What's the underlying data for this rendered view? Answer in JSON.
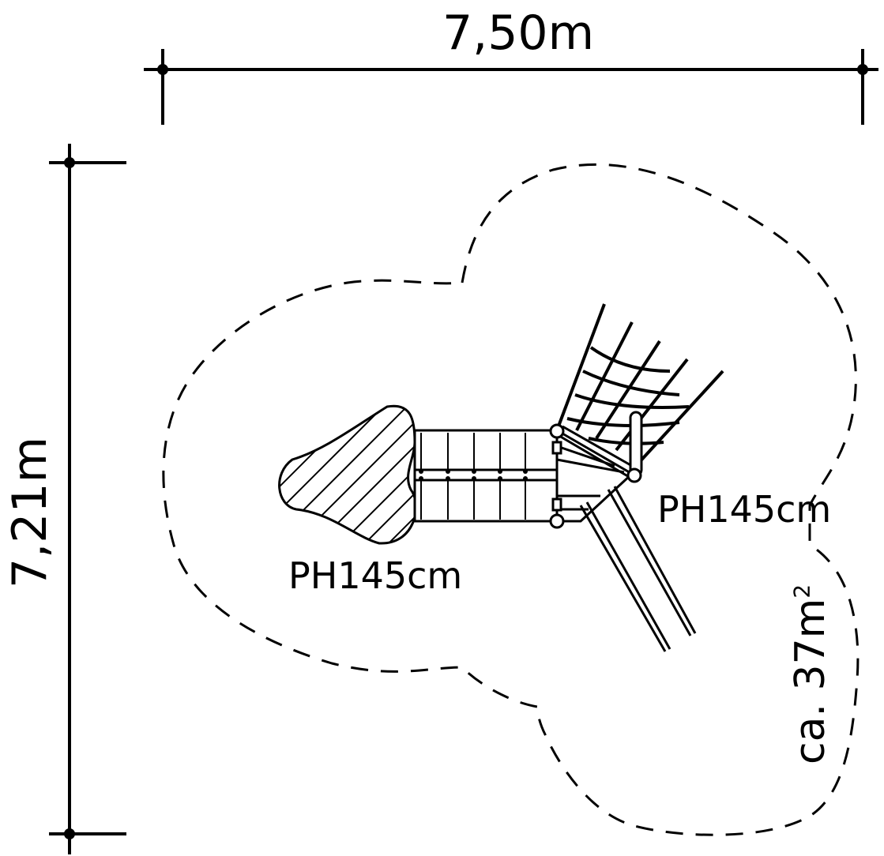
{
  "dimensions": {
    "width": "7,50m",
    "height": "7,21m"
  },
  "heights": {
    "left": "PH145cm",
    "right": "PH145cm"
  },
  "area": {
    "prefix": "ca. 37m",
    "exponent": "2"
  }
}
